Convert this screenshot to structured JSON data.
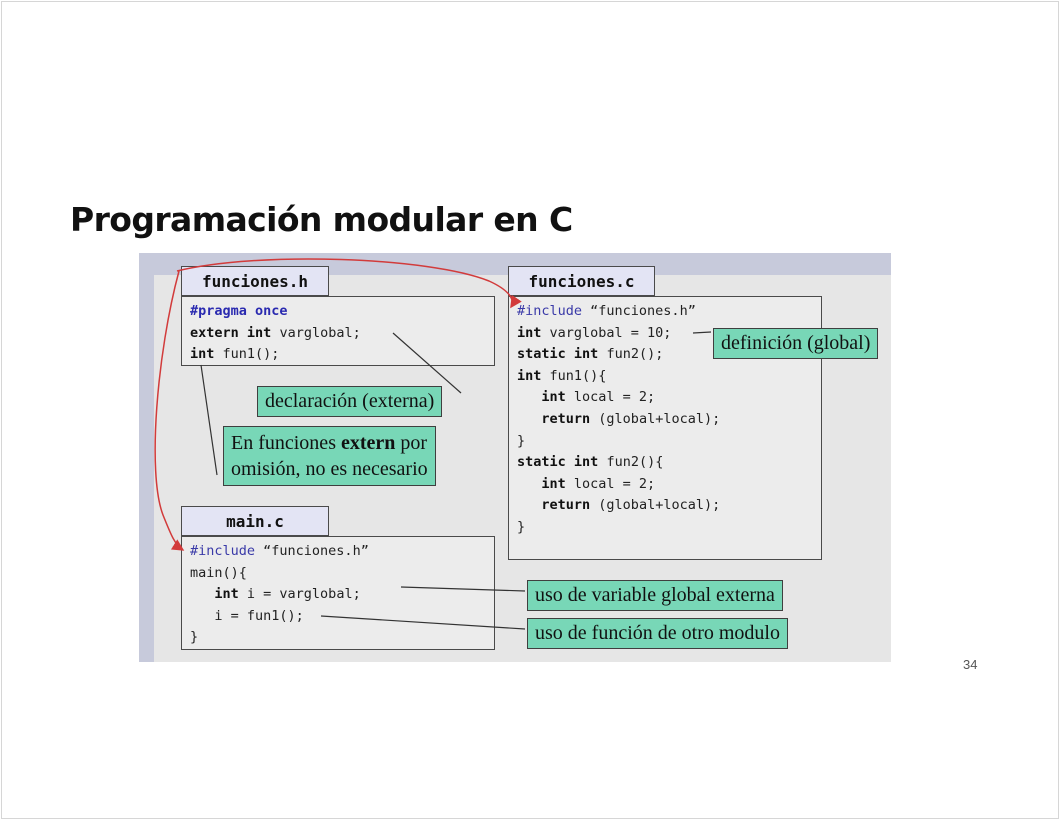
{
  "slide": {
    "title": "Programación modular en C",
    "page_number": "34"
  },
  "diagram": {
    "funciones_h": {
      "tab": "funciones.h",
      "code": {
        "pragma_directive": "#pragma",
        "pragma_value": "once",
        "extern_kw": "extern",
        "int_kw": "int",
        "varglobal_decl": " varglobal;",
        "fun1_decl": " fun1();"
      }
    },
    "funciones_c": {
      "tab": "funciones.c",
      "code": {
        "include_directive": "#include",
        "include_file": " “funciones.h”",
        "int_kw": "int",
        "static_kw": "static",
        "return_kw": "return",
        "varglobal_def": " varglobal = 10;",
        "fun2_decl": " fun2();",
        "fun1_def": " fun1(){",
        "local_init": " local = 2;",
        "return_expr": " (global+local);",
        "close_brace": "}",
        "fun2_def": " fun2(){"
      }
    },
    "main_c": {
      "tab": "main.c",
      "code": {
        "include_directive": "#include",
        "include_file": " “funciones.h”",
        "main_def": "main(){",
        "int_kw": "int",
        "i_assign": " i = varglobal;",
        "fun1_call": "i = fun1();",
        "close_brace": "}"
      }
    },
    "notes": {
      "definicion": "definición (global)",
      "declaracion": "declaración (externa)",
      "extern_note_pre": "En funciones ",
      "extern_note_bold": "extern",
      "extern_note_post": " por",
      "extern_note_line2": "omisión, no es necesario",
      "uso_variable": "uso de variable global externa",
      "uso_funcion": "uso de función de otro modulo"
    },
    "colors": {
      "note_fill": "#78d7b7",
      "tab_fill": "#e3e4f4",
      "arrow": "#d23b3b",
      "preprocessor": "#3a3aa8"
    }
  }
}
